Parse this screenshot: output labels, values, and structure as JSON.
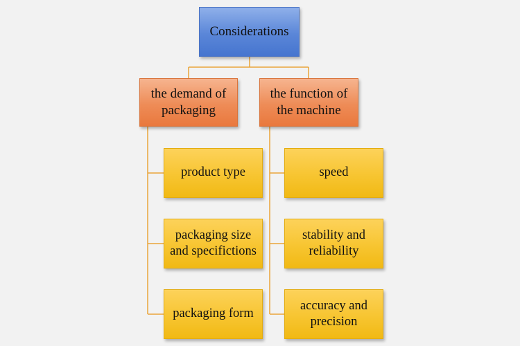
{
  "diagram": {
    "root": {
      "label": "Considerations"
    },
    "categories": [
      {
        "label": "the demand of packaging",
        "items": [
          "product type",
          "packaging size and specifictions",
          "packaging form"
        ]
      },
      {
        "label": "the function of the machine",
        "items": [
          "speed",
          "stability and reliability",
          "accuracy and precision"
        ]
      }
    ],
    "colors": {
      "root": "#4675cf",
      "category": "#e9783d",
      "item": "#f1b914",
      "connector": "#e9a43a",
      "background": "#f2f2f2"
    }
  }
}
